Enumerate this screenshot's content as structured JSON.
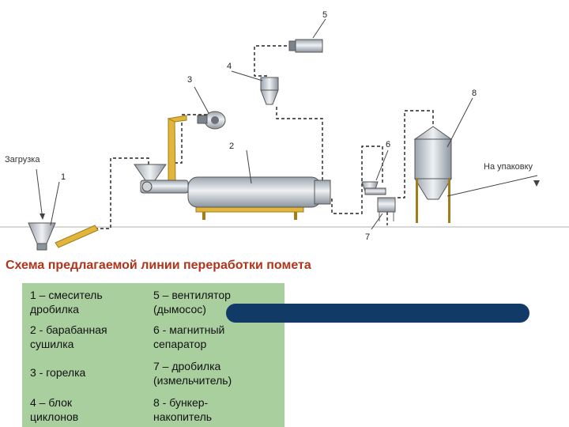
{
  "diagram": {
    "labels": {
      "loading": "Загрузка",
      "to_packaging": "На упаковку"
    },
    "numbers": [
      "1",
      "2",
      "3",
      "4",
      "5",
      "6",
      "7",
      "8"
    ]
  },
  "caption": "Схема предлагаемой линии переработки помета",
  "legend": {
    "col1": [
      {
        "line1": "1 – смеситель",
        "line2": "дробилка"
      },
      {
        "line1": "2 - барабанная",
        "line2": "сушилка"
      },
      {
        "line1": "3 - горелка",
        "line2": ""
      },
      {
        "line1": "4 – блок",
        "line2": "циклонов"
      }
    ],
    "col2": [
      {
        "line1": "5 – вентилятор",
        "line2": "(дымосос)"
      },
      {
        "line1": "6 - магнитный",
        "line2": "сепаратор"
      },
      {
        "line1": "7 – дробилка",
        "line2": "(измельчитель)"
      },
      {
        "line1": "8 - бункер-",
        "line2": "накопитель"
      }
    ]
  },
  "colors": {
    "caption": "#b0341c",
    "legend_bg": "#a9cf9f",
    "bar": "#123a66",
    "conveyor": "#e2b63a"
  }
}
